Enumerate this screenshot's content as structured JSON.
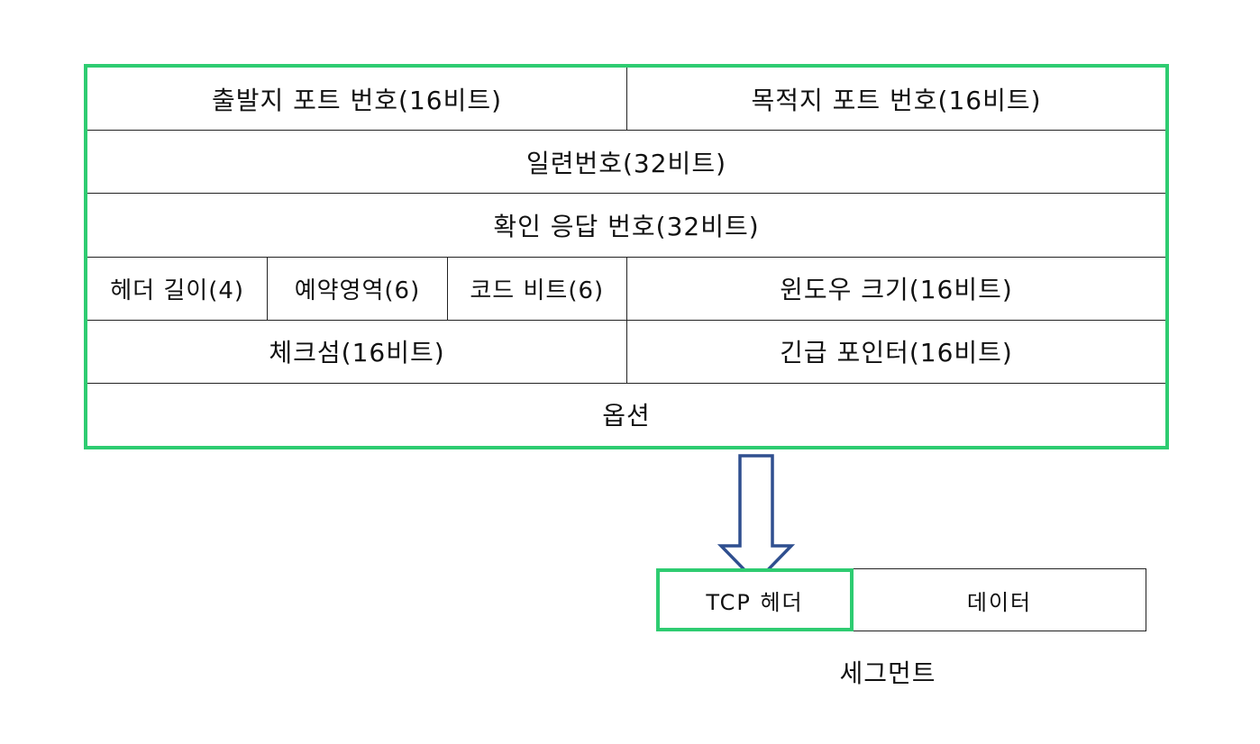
{
  "tcp_header": {
    "rows": [
      {
        "cells": [
          "출발지 포트 번호(16비트)",
          "목적지 포트 번호(16비트)"
        ]
      },
      {
        "cells": [
          "일련번호(32비트)"
        ]
      },
      {
        "cells": [
          "확인 응답 번호(32비트)"
        ]
      },
      {
        "cells": [
          "헤더 길이(4)",
          "예약영역(6)",
          "코드 비트(6)",
          "윈도우 크기(16비트)"
        ]
      },
      {
        "cells": [
          "체크섬(16비트)",
          "긴급 포인터(16비트)"
        ]
      },
      {
        "cells": [
          "옵션"
        ]
      }
    ]
  },
  "segment": {
    "header_label": "TCP 헤더",
    "data_label": "데이터",
    "caption": "세그먼트"
  },
  "colors": {
    "highlight_border": "#2ecc71",
    "arrow_stroke": "#2f4f8f",
    "line": "#222222"
  }
}
